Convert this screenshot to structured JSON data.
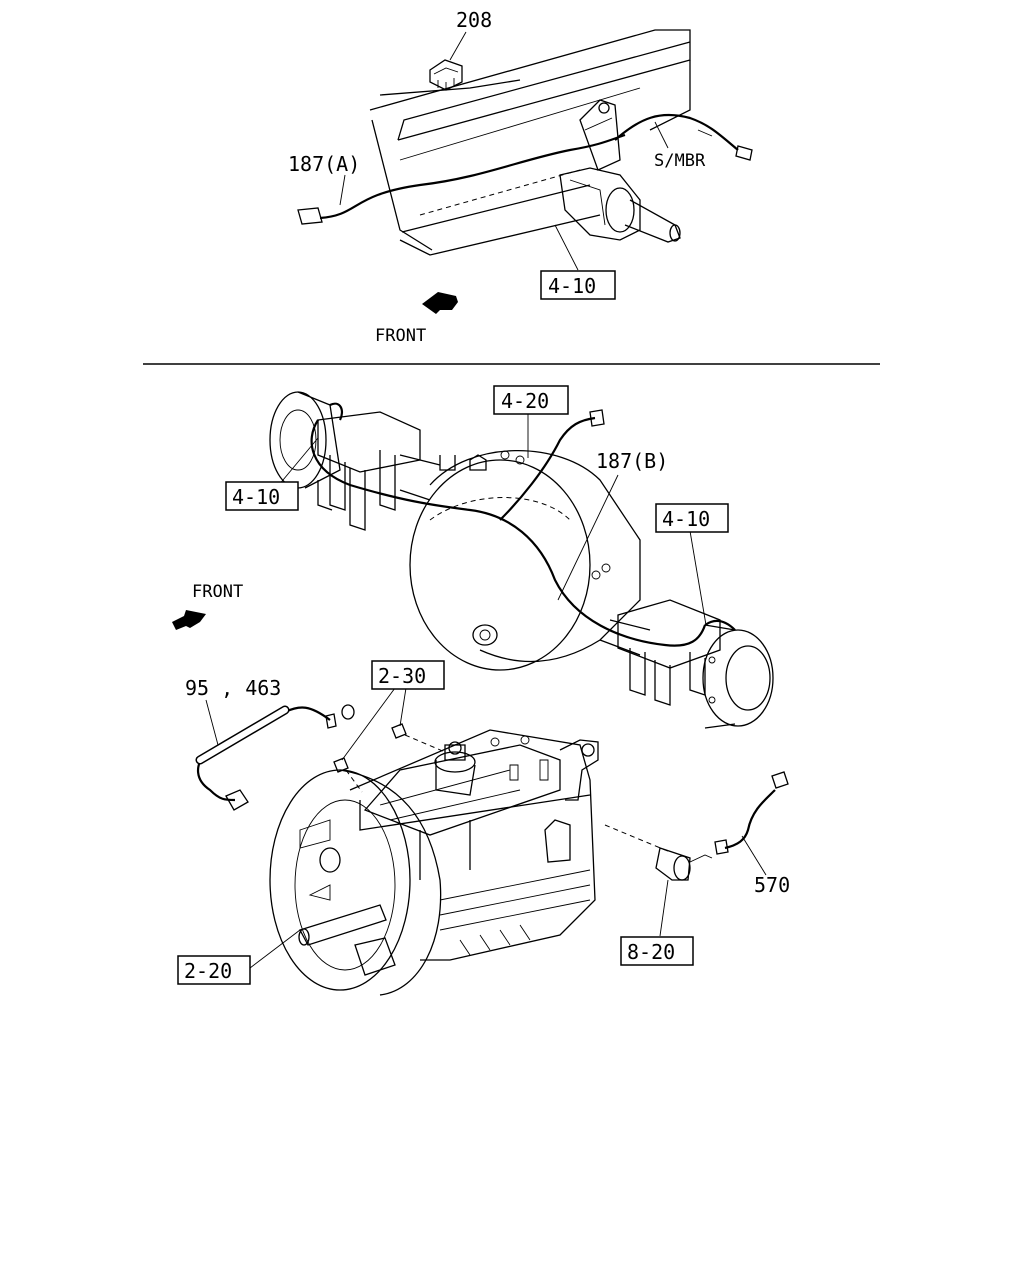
{
  "top_view": {
    "labels": {
      "part_208": "208",
      "part_187a": "187(A)",
      "smbr": "S/MBR",
      "ref_4_10": "4-10",
      "front": "FRONT"
    }
  },
  "bottom_view": {
    "labels": {
      "ref_4_20": "4-20",
      "part_187b": "187(B)",
      "ref_4_10_left": "4-10",
      "ref_4_10_right": "4-10",
      "front": "FRONT",
      "part_95_463": "95 , 463",
      "ref_2_30": "2-30",
      "part_570": "570",
      "ref_8_20": "8-20",
      "ref_2_20": "2-20"
    }
  },
  "icons": [
    "front-arrow-icon",
    "connector-icon",
    "wire-harness-icon"
  ]
}
